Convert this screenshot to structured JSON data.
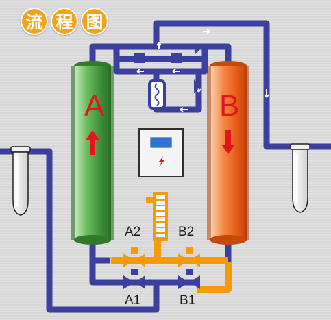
{
  "title": {
    "chars": [
      "流",
      "程",
      "图"
    ]
  },
  "towers": {
    "a": {
      "label": "A",
      "color": "#3f9a3a",
      "flow": "up"
    },
    "b": {
      "label": "B",
      "color": "#ef6a1c",
      "flow": "down"
    }
  },
  "valves": {
    "a2": "A2",
    "b2": "B2",
    "a1": "A1",
    "b1": "B1"
  },
  "colors": {
    "pipe_blue": "#3b3f9d",
    "pipe_orange": "#f59a0b",
    "arrow_red": "#e3141b"
  }
}
